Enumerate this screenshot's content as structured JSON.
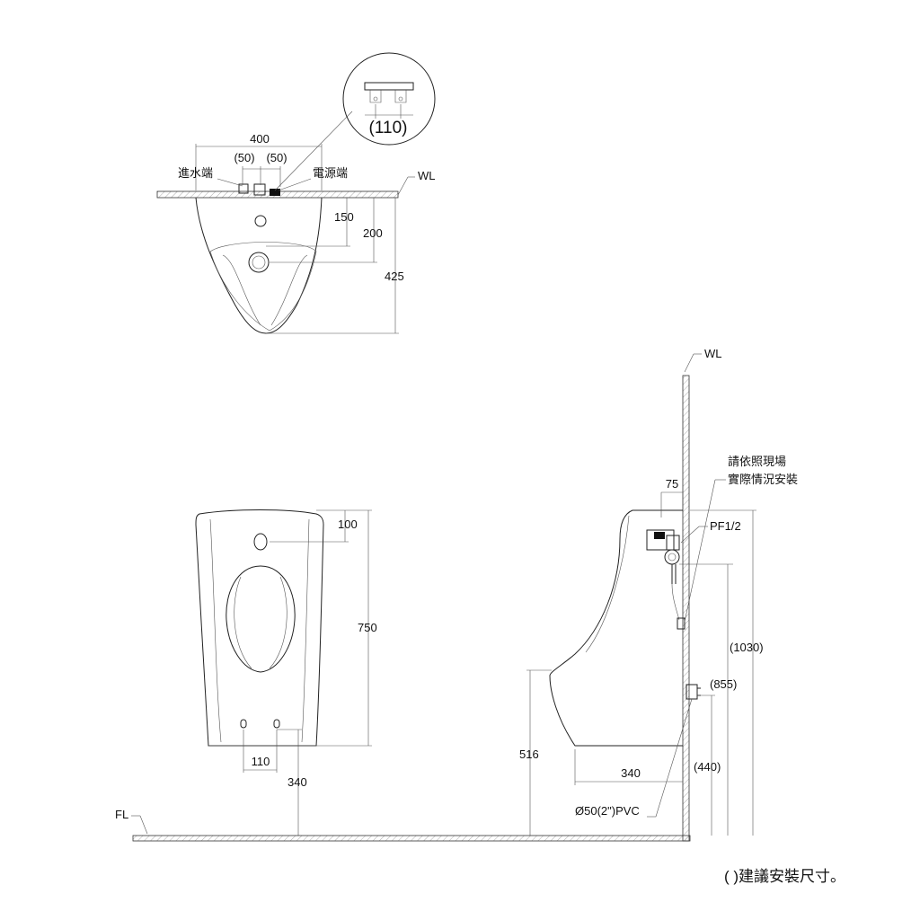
{
  "top_view": {
    "dim_width": "400",
    "dim_left_spacing": "(50)",
    "dim_right_spacing": "(50)",
    "label_water_inlet": "進水端",
    "label_power": "電源端",
    "label_wall": "WL",
    "dim_150": "150",
    "dim_200": "200",
    "dim_425": "425",
    "detail_dim": "(110)"
  },
  "front_view": {
    "dim_100": "100",
    "dim_750": "750",
    "dim_110": "110",
    "dim_340": "340",
    "label_floor": "FL"
  },
  "side_view": {
    "label_wall": "WL",
    "note_line1": "請依照現場",
    "note_line2": "實際情況安裝",
    "dim_75": "75",
    "label_pf": "PF1/2",
    "dim_1030": "(1030)",
    "dim_855": "(855)",
    "dim_440": "(440)",
    "dim_516": "516",
    "dim_340": "340",
    "label_pipe": "Ø50(2\")PVC"
  },
  "footnote": "( )建議安裝尺寸。"
}
